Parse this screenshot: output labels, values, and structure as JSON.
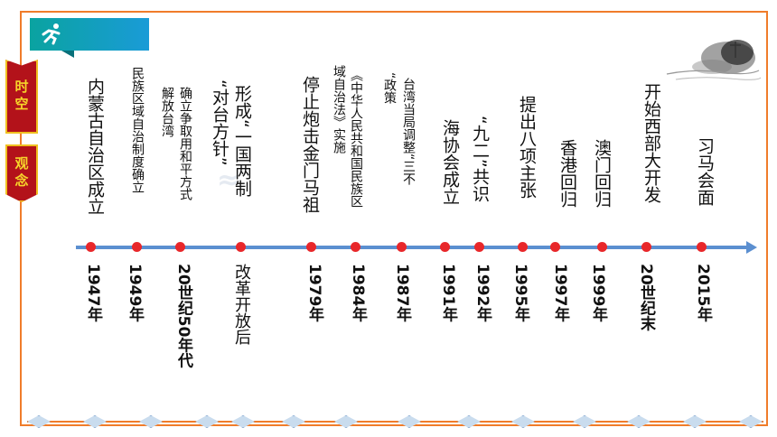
{
  "sidebar": {
    "badge1": "时空",
    "badge2": "观念"
  },
  "timeline": [
    {
      "event": "内蒙古自治区成立",
      "date": "1947年"
    },
    {
      "event": "民族区域自治制度确立",
      "date": "1949年"
    },
    {
      "event": "解放台湾",
      "event_col2": "确立争取用和平方式",
      "date": "20世纪50年代"
    },
    {
      "event": "“对台方针”",
      "event_col2": "形成“一国两制",
      "date": "改革开放后"
    },
    {
      "event": "停止炮击金门马祖",
      "date": "1979年"
    },
    {
      "event": "域自治法》实施",
      "event_col2": "《中华人民共和国民族区",
      "date": "1984年"
    },
    {
      "event": "“政策",
      "event_col2": "台湾当局调整“三不",
      "date": "1987年"
    },
    {
      "event": "海协会成立",
      "date": "1991年"
    },
    {
      "event": "“九二”共识",
      "date": "1992年"
    },
    {
      "event": "提出八项主张",
      "date": "1995年"
    },
    {
      "event": "香港回归",
      "date": "1997年"
    },
    {
      "event": "澳门回归",
      "date": "1999年"
    },
    {
      "event": "开始西部大开发",
      "date": "20世纪末"
    },
    {
      "event": "习马会面",
      "date": "2015年"
    }
  ],
  "colors": {
    "frame": "#f07c2a",
    "axis": "#5b8fd0",
    "dot": "#e8272a",
    "badge": "#b3121a",
    "badge_text": "#f6d52a"
  }
}
